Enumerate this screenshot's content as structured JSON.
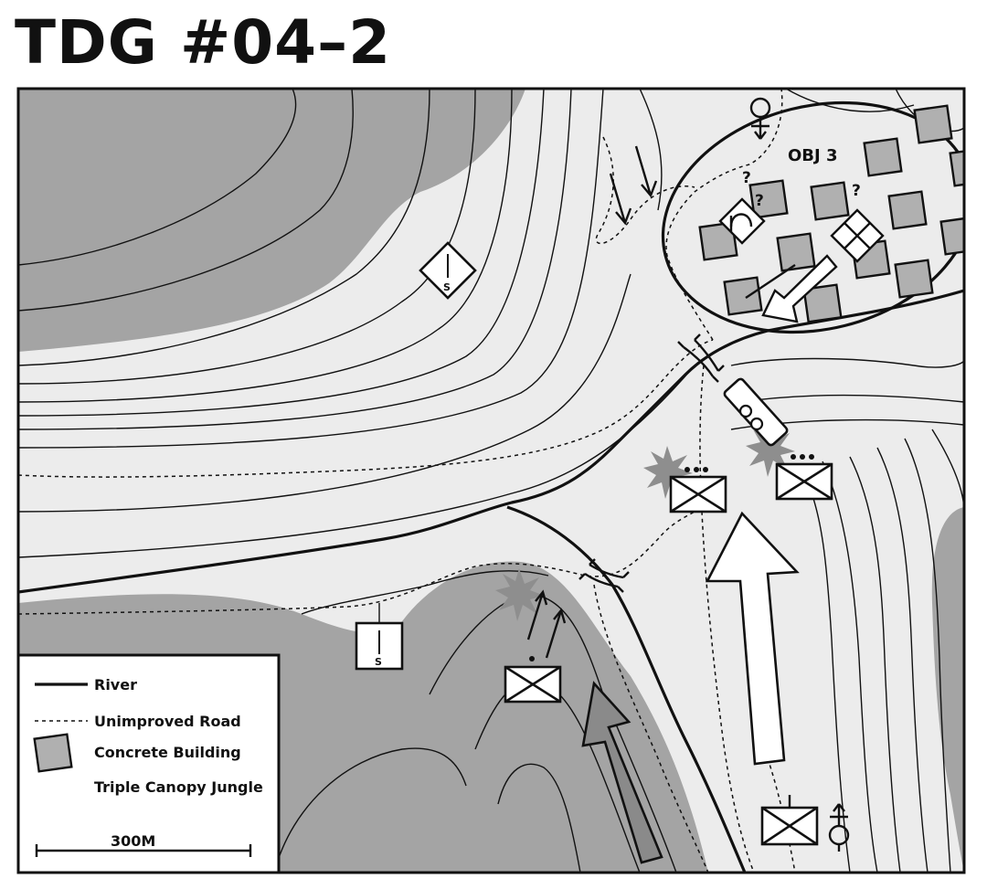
{
  "title": "TDG #04–2",
  "map": {
    "objective_label": "OBJ 3",
    "unknown_marks": [
      "?",
      "?",
      "?"
    ],
    "supply_symbol_letter": "S",
    "icons": [
      "supply-point-diamond-icon",
      "supply-point-square-icon",
      "infantry-unit-icon",
      "recon-unit-icon",
      "armor-unit-icon",
      "contact-burst-icon",
      "bridge-icon",
      "attack-arrow-icon",
      "commander-icon",
      "concrete-building-icon"
    ]
  },
  "legend": {
    "items": [
      {
        "key": "river",
        "label": "River"
      },
      {
        "key": "road",
        "label": "Unimproved Road"
      },
      {
        "key": "building",
        "label": "Concrete Building"
      },
      {
        "key": "jungle",
        "label": "Triple Canopy Jungle"
      }
    ],
    "scale_label": "300M"
  },
  "colors": {
    "jungle": "#a4a4a4",
    "terrain": "#ececec",
    "building": "#b0b0b0",
    "burst": "#8e8e8e",
    "ink": "#111111"
  }
}
